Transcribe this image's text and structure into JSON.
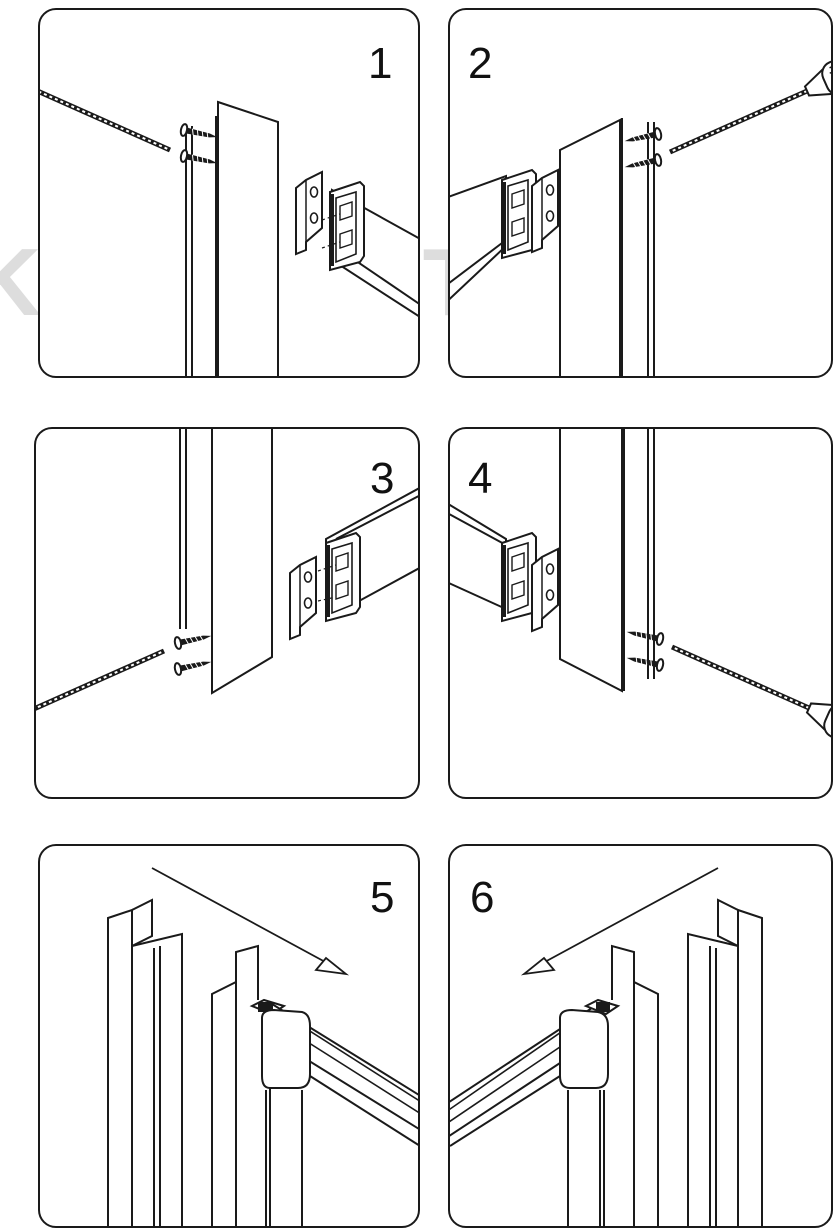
{
  "watermark": {
    "text": "KOMFORT"
  },
  "panels": [
    {
      "step": "1"
    },
    {
      "step": "2"
    },
    {
      "step": "3"
    },
    {
      "step": "4"
    },
    {
      "step": "5"
    },
    {
      "step": "6"
    }
  ],
  "colors": {
    "line": "#1a1a1a",
    "background": "#ffffff",
    "watermark": "#000000"
  }
}
